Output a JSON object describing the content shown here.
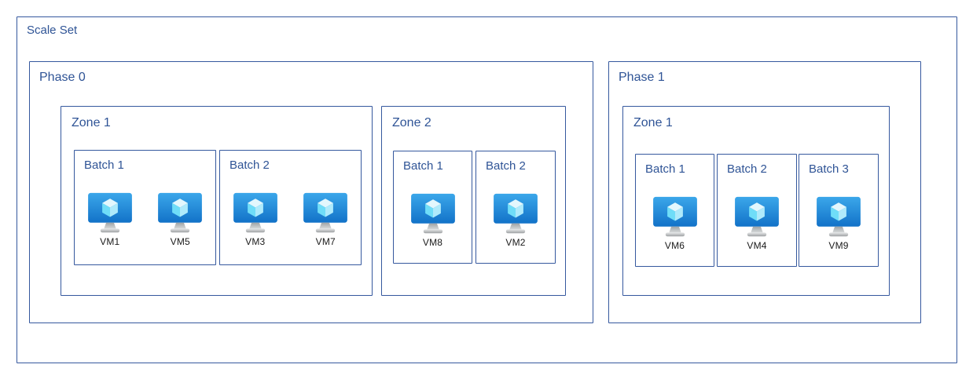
{
  "colors": {
    "border": "#35589E",
    "label_text": "#2F5496",
    "vm_label_text": "#1A1A1A",
    "background": "#FFFFFF",
    "vm_screen_top": "#3BA7EA",
    "vm_screen_bottom": "#1272C8",
    "vm_cube_top": "#E3F7FD",
    "vm_cube_left": "#6FDDF8",
    "vm_cube_right": "#AFEAFB",
    "vm_stand_gray": "#B9BDBF"
  },
  "scale_set": {
    "label": "Scale Set",
    "phases": [
      {
        "label": "Phase 0",
        "zones": [
          {
            "label": "Zone 1",
            "batches": [
              {
                "label": "Batch 1",
                "vms": [
                  "VM1",
                  "VM5"
                ]
              },
              {
                "label": "Batch 2",
                "vms": [
                  "VM3",
                  "VM7"
                ]
              }
            ]
          },
          {
            "label": "Zone 2",
            "batches": [
              {
                "label": "Batch 1",
                "vms": [
                  "VM8"
                ]
              },
              {
                "label": "Batch 2",
                "vms": [
                  "VM2"
                ]
              }
            ]
          }
        ]
      },
      {
        "label": "Phase 1",
        "zones": [
          {
            "label": "Zone 1",
            "batches": [
              {
                "label": "Batch 1",
                "vms": [
                  "VM6"
                ]
              },
              {
                "label": "Batch 2",
                "vms": [
                  "VM4"
                ]
              },
              {
                "label": "Batch 3",
                "vms": [
                  "VM9"
                ]
              }
            ]
          }
        ]
      }
    ]
  }
}
